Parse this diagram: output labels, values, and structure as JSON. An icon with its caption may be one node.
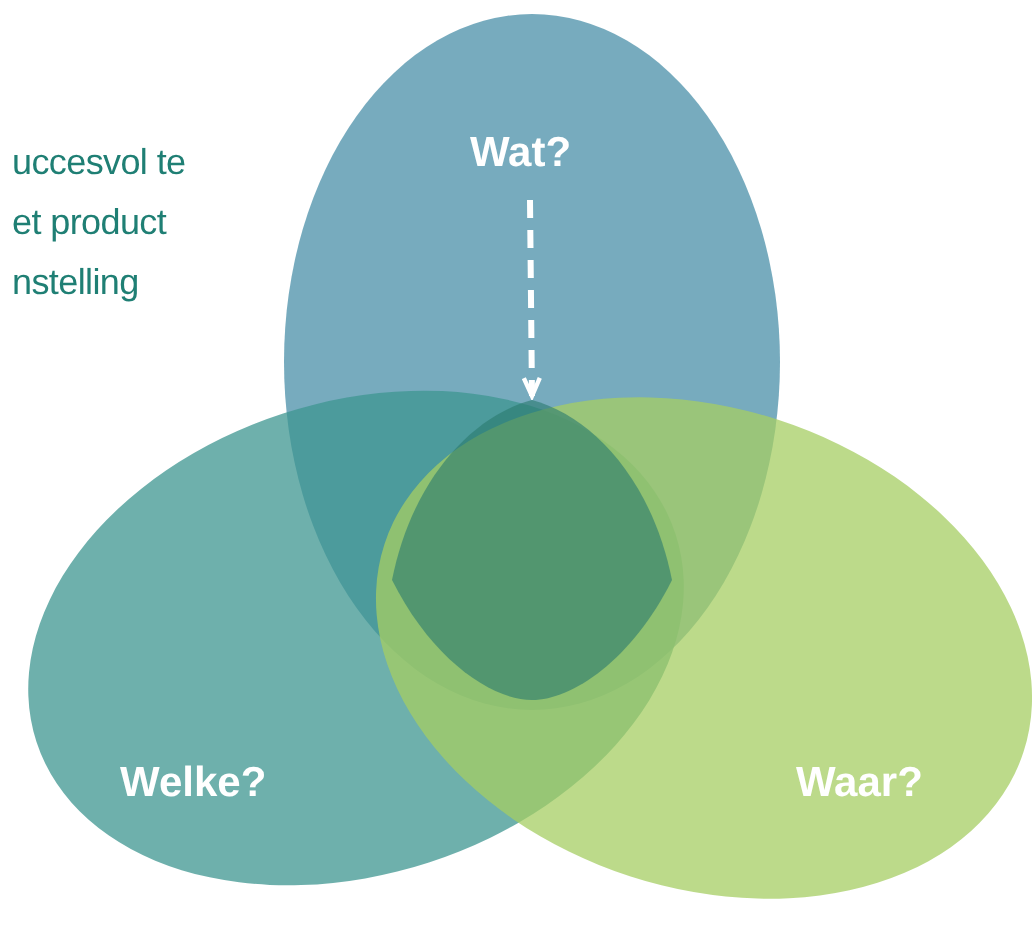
{
  "diagram": {
    "nodes": [
      {
        "text": [
          "Wat?"
        ]
      },
      {
        "text": [
          "Welke?"
        ]
      },
      {
        "text": [
          "Waar?"
        ]
      },
      {
        "text": [],
        "shape": "triangle"
      }
    ],
    "edges": [
      {
        "from": 0,
        "to": 3,
        "arrow": "to",
        "style": "dashed"
      }
    ],
    "labels": [
      "uccesvol te et product nstelling"
    ]
  }
}
